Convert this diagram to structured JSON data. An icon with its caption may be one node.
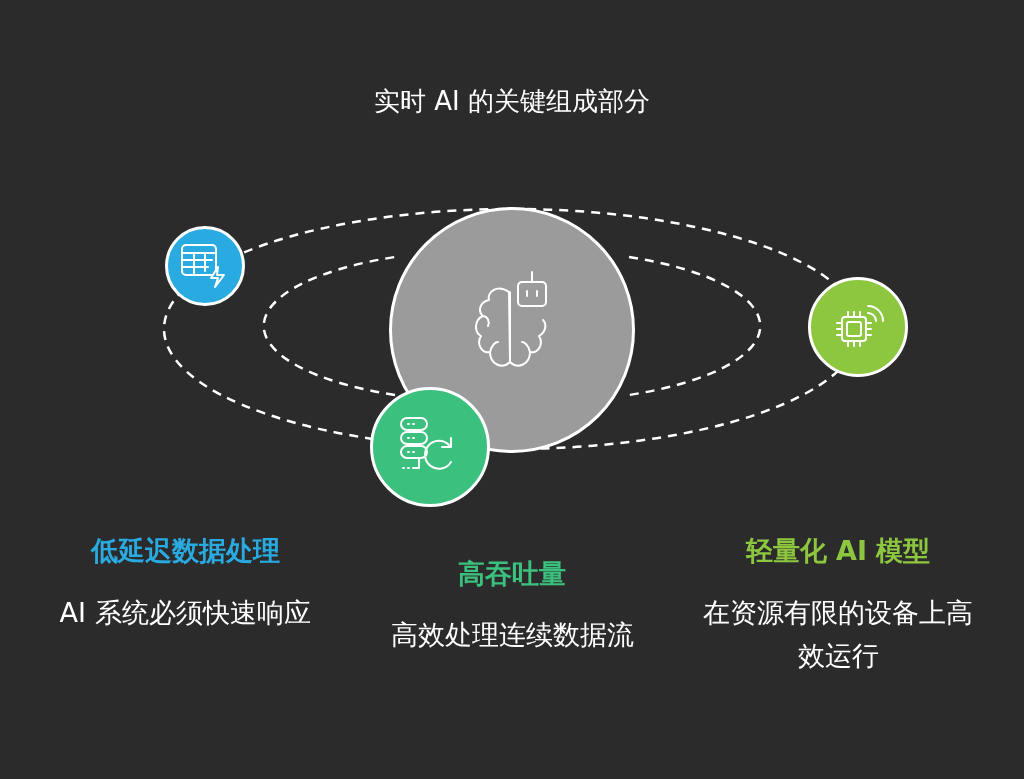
{
  "diagram": {
    "title": "实时 AI 的关键组成部分",
    "nodes": [
      {
        "text": [],
        "shape": "circle"
      },
      {
        "text": [],
        "shape": "circle"
      },
      {
        "text": [],
        "shape": "circle"
      },
      {
        "text": [],
        "shape": "circle"
      }
    ],
    "labels": [
      "低延迟数据处理",
      "AI 系统必须快速响应",
      "高吞吐量",
      "高效处理连续数据流",
      "轻量化 AI 模型",
      "在资源有限的设备上高效运行"
    ]
  }
}
